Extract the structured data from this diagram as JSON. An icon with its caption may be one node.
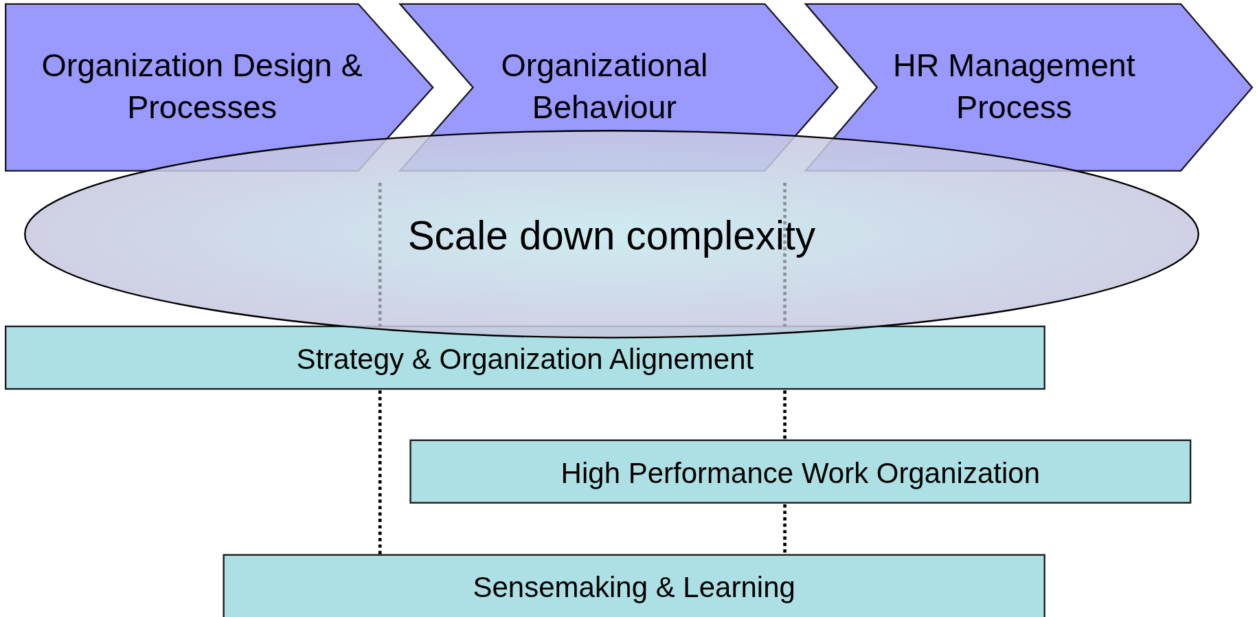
{
  "diagram": {
    "nodes": [
      {
        "text": [
          "Organization Design & Processes"
        ]
      },
      {
        "text": [
          "Organizational Behaviour"
        ]
      },
      {
        "text": [
          "HR Management Process"
        ]
      },
      {
        "text": [
          "Scale down complexity"
        ]
      },
      {
        "text": [
          "Strategy & Organization Alignement"
        ]
      },
      {
        "text": [
          "High Performance Work Organization"
        ]
      },
      {
        "text": [
          "Sensemaking & Learning"
        ]
      }
    ]
  }
}
